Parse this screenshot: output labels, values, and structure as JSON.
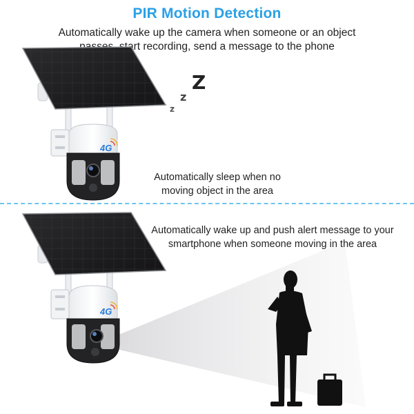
{
  "header": {
    "title": "PIR Motion Detection",
    "subtitle_line1": "Automatically wake up the camera when someone or an object",
    "subtitle_line2": "passes, start recording, send a message to the phone"
  },
  "sleep_section": {
    "line1": "Automatically sleep when no",
    "line2": "moving object in the area",
    "z_small": "z",
    "z_medium": "z",
    "z_large": "Z"
  },
  "alert_section": {
    "line1": "Automatically wake up and push alert message to your",
    "line2": "smartphone when someone moving in the area"
  },
  "camera": {
    "badge_top": "4G",
    "badge_bottom": "4G"
  },
  "colors": {
    "title": "#2aa0e6",
    "divider": "#6ec3ef",
    "panel": "#1c1c1e",
    "silhouette": "#111111"
  }
}
